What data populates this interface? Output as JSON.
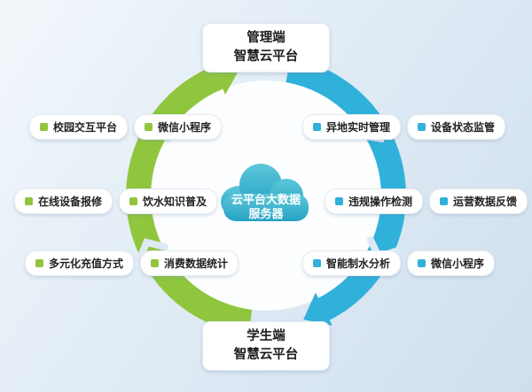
{
  "background": {
    "gradient_from": "#f2f7fb",
    "gradient_to": "#cfdfee"
  },
  "colors": {
    "green_arc": "#8fc63e",
    "blue_arc": "#2fb1da",
    "cloud_top": "#5cc7d8",
    "cloud_bottom": "#27a2c6",
    "text": "#1c1c1c"
  },
  "nodes": {
    "top": {
      "line1": "管理端",
      "line2": "智慧云平台"
    },
    "bottom": {
      "line1": "学生端",
      "line2": "智慧云平台"
    },
    "center": {
      "line1": "云平台大数据",
      "line2": "服务器"
    }
  },
  "left_pills": [
    {
      "text": "校园交互平台"
    },
    {
      "text": "微信小程序"
    },
    {
      "text": "在线设备报修"
    },
    {
      "text": "饮水知识普及"
    },
    {
      "text": "多元化充值方式"
    },
    {
      "text": "消费数据统计"
    }
  ],
  "right_pills": [
    {
      "text": "异地实时管理"
    },
    {
      "text": "设备状态监管"
    },
    {
      "text": "违规操作检测"
    },
    {
      "text": "运营数据反馈"
    },
    {
      "text": "智能制水分析"
    },
    {
      "text": "微信小程序"
    }
  ]
}
